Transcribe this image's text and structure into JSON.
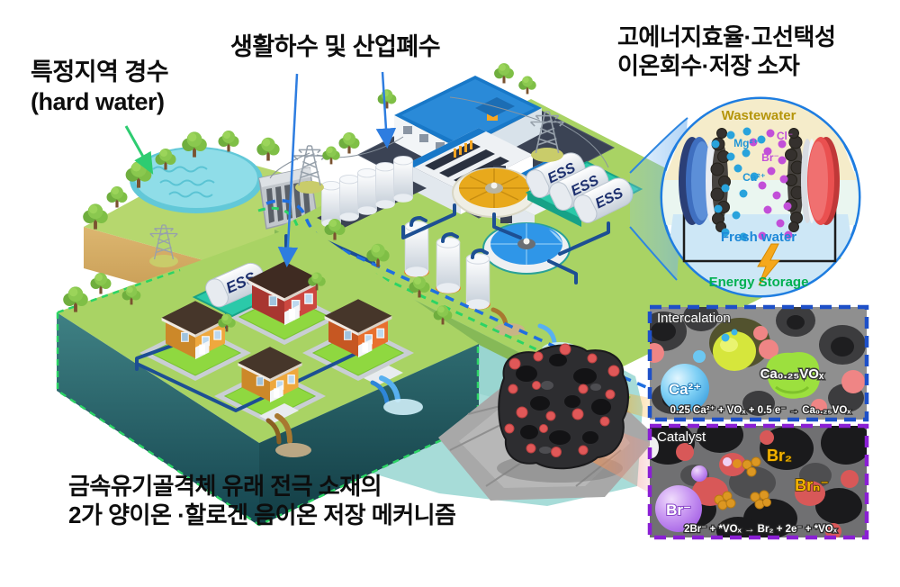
{
  "labels": {
    "hard_water": {
      "line1": "특정지역 경수",
      "line2": "(hard water)"
    },
    "sewage": "생활하수 및 산업폐수",
    "device": {
      "line1": "고에너지효율·고선택성",
      "line2": "이온회수·저장 소자"
    },
    "mechanism": {
      "line1": "금속유기골격체 유래 전극 소재의",
      "line2": "2가 양이온 ·할로겐 음이온 저장 메커니즘"
    }
  },
  "scene": {
    "ess_label": "ESS"
  },
  "inset": {
    "wastewater": "Wastewater",
    "fresh_water": "Fresh water",
    "energy_storage": "Energy Storage",
    "ion_mg": "Mg²⁺",
    "ion_cl": "Cl⁻",
    "ion_br": "Br⁻",
    "ion_ca": "Ca²⁺"
  },
  "intercalation": {
    "title": "Intercalation",
    "ca_label": "Ca²⁺",
    "product_label": "Ca₀.₂₅VOₓ",
    "equation": "0.25 Ca²⁺ + VOₓ + 0.5 e⁻ → Ca₀.₂₅VOₓ"
  },
  "catalyst": {
    "title": "Catalyst",
    "br2_label": "Br₂",
    "brn_label": "Brₙ⁻",
    "br_label": "Br⁻",
    "equation": "2Br⁻ + *VOₓ → Br₂ + 2e⁻ + *VOₓ"
  },
  "colors": {
    "leader_blue": "#2e7de0",
    "arrow_green": "#2ecc71",
    "inset_ring": "#1e7de0",
    "intercalation_border": "#1e50c8",
    "catalyst_border": "#8a1fd4",
    "wastewater_text": "#b5950a",
    "fresh_water_text": "#1e88d8",
    "energy_text": "#00b050",
    "halogen_gold": "#f5b301"
  }
}
